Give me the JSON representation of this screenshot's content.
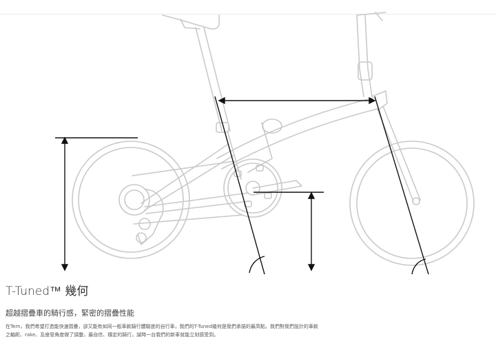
{
  "section": {
    "title": "T-Tuned™ 幾何",
    "subtitle": "超越摺疊車的騎行感，緊密的摺疊性能",
    "body_line1": "在Tern，我們希望打造能快速摺疊，卻又能有如同一般車款騎行體驗度的自行車，我們的T-Tuned幾何是我們承諾的最高點，我們對我們設計的車款",
    "body_line2": "之軸距、rake、及座管角度做了調整，最自信、穩定的騎行，誠時一台我們的新車就能立刻感受到。"
  },
  "illustration": {
    "subject": "folding-bike-geometry",
    "line_color": "#c8c8c8",
    "measure_color": "#111111"
  }
}
